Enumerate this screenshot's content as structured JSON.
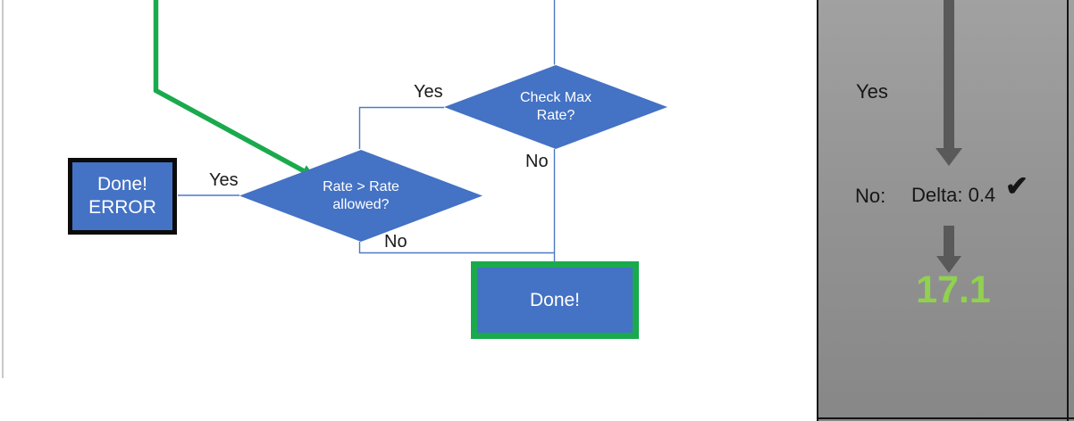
{
  "flowchart": {
    "decisions": {
      "check_max_rate": "Check Max\nRate?",
      "rate_allowed": "Rate > Rate\nallowed?"
    },
    "terminals": {
      "done_error": "Done!\nERROR",
      "done": "Done!"
    },
    "branch_labels": {
      "yes_check_max": "Yes",
      "no_check_max": "No",
      "yes_rate_allowed": "Yes",
      "no_rate_allowed": "No"
    },
    "colors": {
      "shape_blue": "#4472c4",
      "connector_blue": "#4d7ac2",
      "highlight_green": "#1aaa4d",
      "error_box_border": "#0b0b0b"
    }
  },
  "side_panel": {
    "yes_label": "Yes",
    "no_label": "No:",
    "delta_value": "Delta: 0.4",
    "check_icon": "✔",
    "result_value": "17.1",
    "colors": {
      "panel_gray": "#949494",
      "arrow_gray": "#595959",
      "result_green": "#90d150"
    }
  }
}
